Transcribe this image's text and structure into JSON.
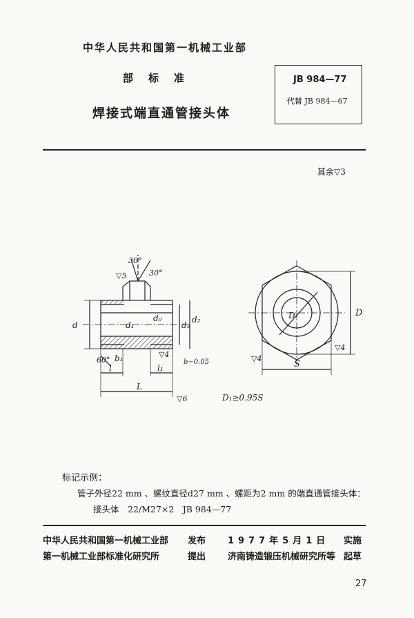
{
  "header": {
    "organization": "中华人民共和国第一机械工业部",
    "standard_type": "部标准",
    "title": "焊接式端直通管接头体"
  },
  "standard_box": {
    "number": "JB 984—77",
    "replaces": "代替 JB 984—67"
  },
  "roughness_note": "其余▽3",
  "drawing": {
    "angle_1": "30°",
    "angle_2": "30°",
    "angle_3": "60°",
    "roughness_a": "▽5",
    "roughness_b": "▽4",
    "roughness_c": "▽6",
    "roughness_d": "▽4",
    "roughness_e": "▽4",
    "d": "d",
    "d1": "d₁",
    "d0": "d₀",
    "d3": "d₃",
    "d2": "d₂",
    "b1": "b₁",
    "l": "l",
    "l1": "l₁",
    "L": "L",
    "b_tol": "b−0.05",
    "D1": "D₁",
    "D": "D",
    "S": "S",
    "formula": "D₁≥0.95S"
  },
  "example": {
    "title": "标记示例：",
    "description": "管子外径22 mm 、螺纹直径d27 mm 、螺距为2 mm 的端直通管接头体：",
    "code": "接头体　22/M27×2　JB 984—77"
  },
  "footer": {
    "issuer": "中华人民共和国第一机械工业部",
    "issued_label": "发布",
    "proposer": "第一机械工业部标准化研究所",
    "proposed_label": "提出",
    "date": "1977年5月1日",
    "implement_label": "实施",
    "drafter": "济南铸造锻压机械研究所等",
    "drafted_label": "起草"
  },
  "page_number": "27"
}
